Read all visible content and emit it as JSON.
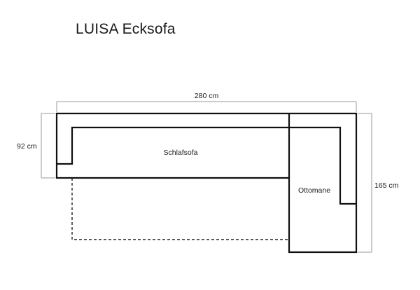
{
  "title": "LUISA Ecksofa",
  "dimensions": {
    "width_label": "280 cm",
    "depth_label": "92 cm",
    "ottoman_depth_label": "165 cm"
  },
  "parts": {
    "sofa_bed": "Schlafsofa",
    "ottoman": "Ottomane"
  }
}
